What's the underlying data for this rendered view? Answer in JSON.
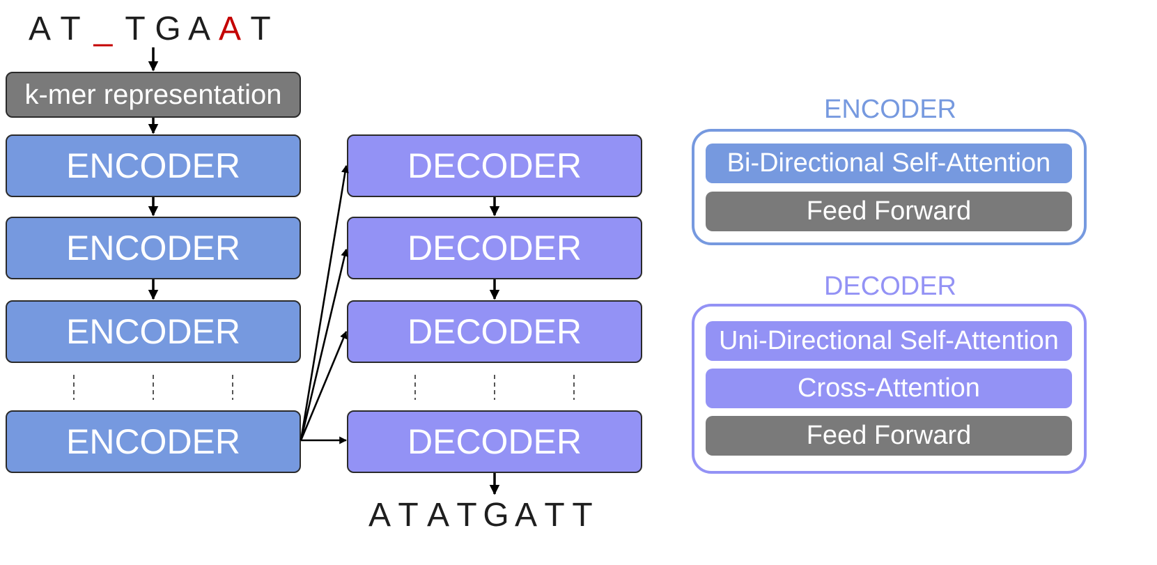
{
  "input_sequence": {
    "chars": [
      "A",
      "T",
      "_",
      "T",
      "G",
      "A",
      "A",
      "T"
    ],
    "highlighted_indices": [
      2,
      6
    ],
    "highlight_color": "#c40000"
  },
  "kmer_label": "k-mer representation",
  "encoder_stack": {
    "block_label": "ENCODER",
    "color": "#7699df"
  },
  "decoder_stack": {
    "block_label": "DECODER",
    "color": "#9392f5"
  },
  "output_sequence": {
    "chars": [
      "A",
      "T",
      "A",
      "T",
      "G",
      "A",
      "T",
      "T"
    ]
  },
  "legend": {
    "encoder": {
      "title": "ENCODER",
      "title_color": "#7699df",
      "items": [
        "Bi-Directional Self-Attention",
        "Feed Forward"
      ]
    },
    "decoder": {
      "title": "DECODER",
      "title_color": "#9392f5",
      "items": [
        "Uni-Directional Self-Attention",
        "Cross-Attention",
        "Feed Forward"
      ]
    }
  },
  "colors": {
    "encoder": "#7699df",
    "decoder": "#9392f5",
    "feed_forward": "#7a7a7a",
    "kmer": "#7a7a7a",
    "arrow": "#000000"
  }
}
